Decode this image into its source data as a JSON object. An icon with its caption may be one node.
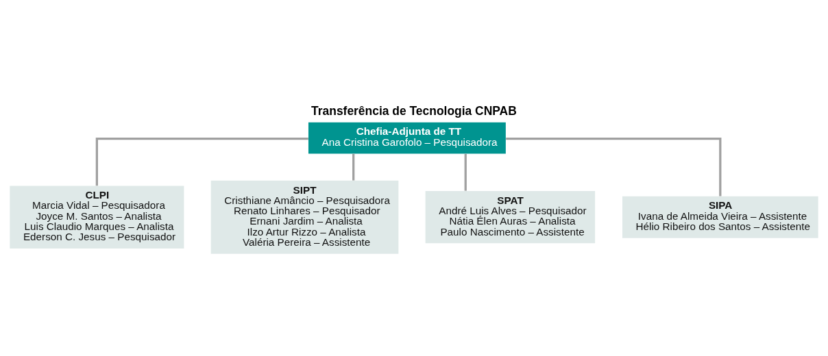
{
  "diagram": {
    "title": "Transferência de Tecnologia CNPAB",
    "nodes": [
      {
        "text": [
          "Chefia-Adjunta de TT",
          "Ana Cristina Garofolo – Pesquisadora"
        ]
      },
      {
        "text": [
          "CLPI",
          "Marcia Vidal – Pesquisadora",
          "Joyce M. Santos – Analista",
          "Luis Claudio Marques – Analista",
          "Ederson C. Jesus – Pesquisador"
        ]
      },
      {
        "text": [
          "SIPT",
          "Cristhiane Amâncio – Pesquisadora",
          "Renato Linhares – Pesquisador",
          "Ernani Jardim – Analista",
          "Ilzo Artur Rizzo – Analista",
          "Valéria Pereira – Assistente"
        ]
      },
      {
        "text": [
          "SPAT",
          "André Luis Alves – Pesquisador",
          "Nátia Élen Auras – Analista",
          "Paulo Nascimento – Assistente"
        ]
      },
      {
        "text": [
          "SIPA",
          "Ivana de Almeida Vieira – Assistente",
          "Hélio Ribeiro dos Santos – Assistente"
        ]
      }
    ],
    "edges": [
      {
        "from": 0,
        "to": 1,
        "arrow": "none"
      },
      {
        "from": 0,
        "to": 2,
        "arrow": "none"
      },
      {
        "from": 0,
        "to": 3,
        "arrow": "none"
      },
      {
        "from": 0,
        "to": 4,
        "arrow": "none"
      }
    ]
  }
}
